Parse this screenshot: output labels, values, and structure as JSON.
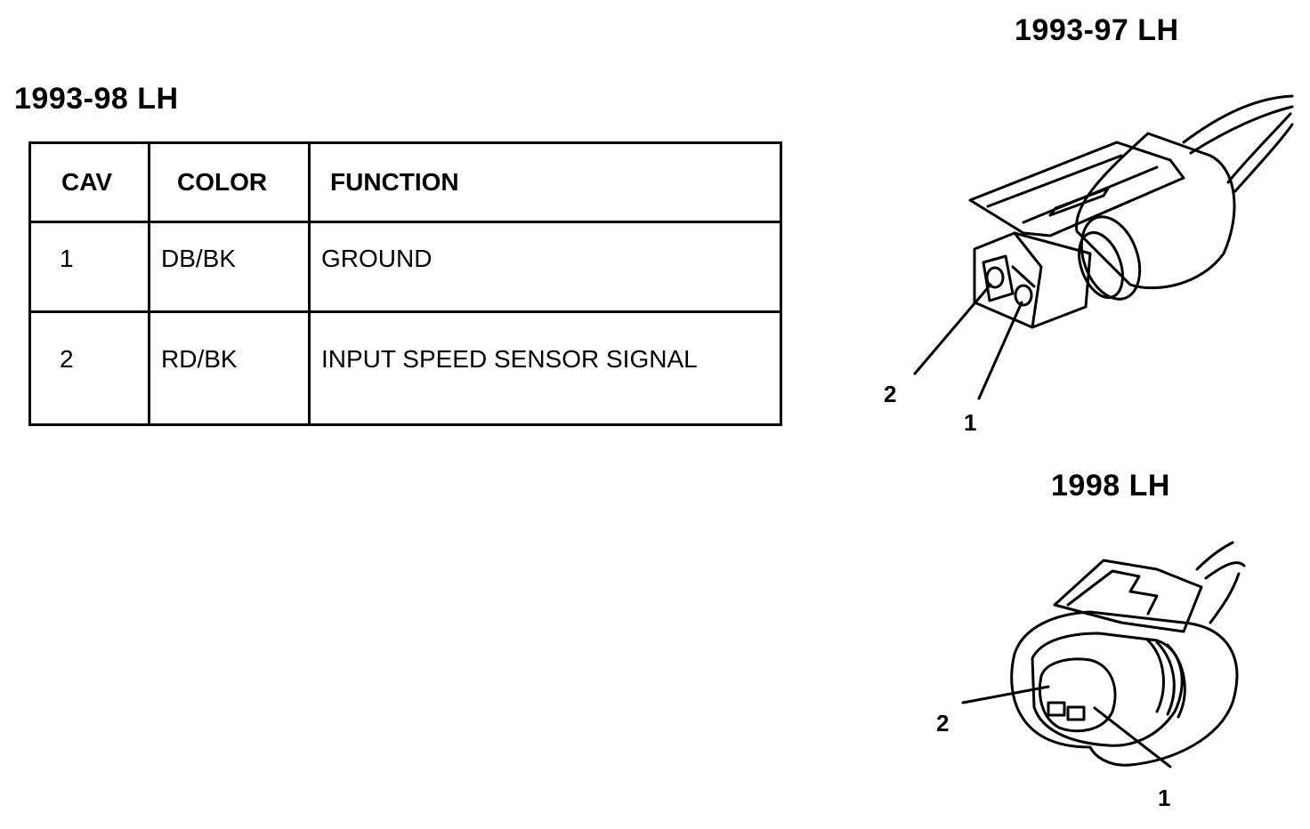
{
  "main_title": "1993-98 LH",
  "table": {
    "headers": [
      "CAV",
      "COLOR",
      "FUNCTION"
    ],
    "rows": [
      {
        "cav": "1",
        "color": "DB/BK",
        "function": "GROUND"
      },
      {
        "cav": "2",
        "color": "RD/BK",
        "function": "INPUT SPEED SENSOR SIGNAL"
      }
    ]
  },
  "connector_a": {
    "title": "1993-97 LH",
    "callouts": [
      "2",
      "1"
    ]
  },
  "connector_b": {
    "title": "1998 LH",
    "callouts": [
      "2",
      "1"
    ]
  }
}
